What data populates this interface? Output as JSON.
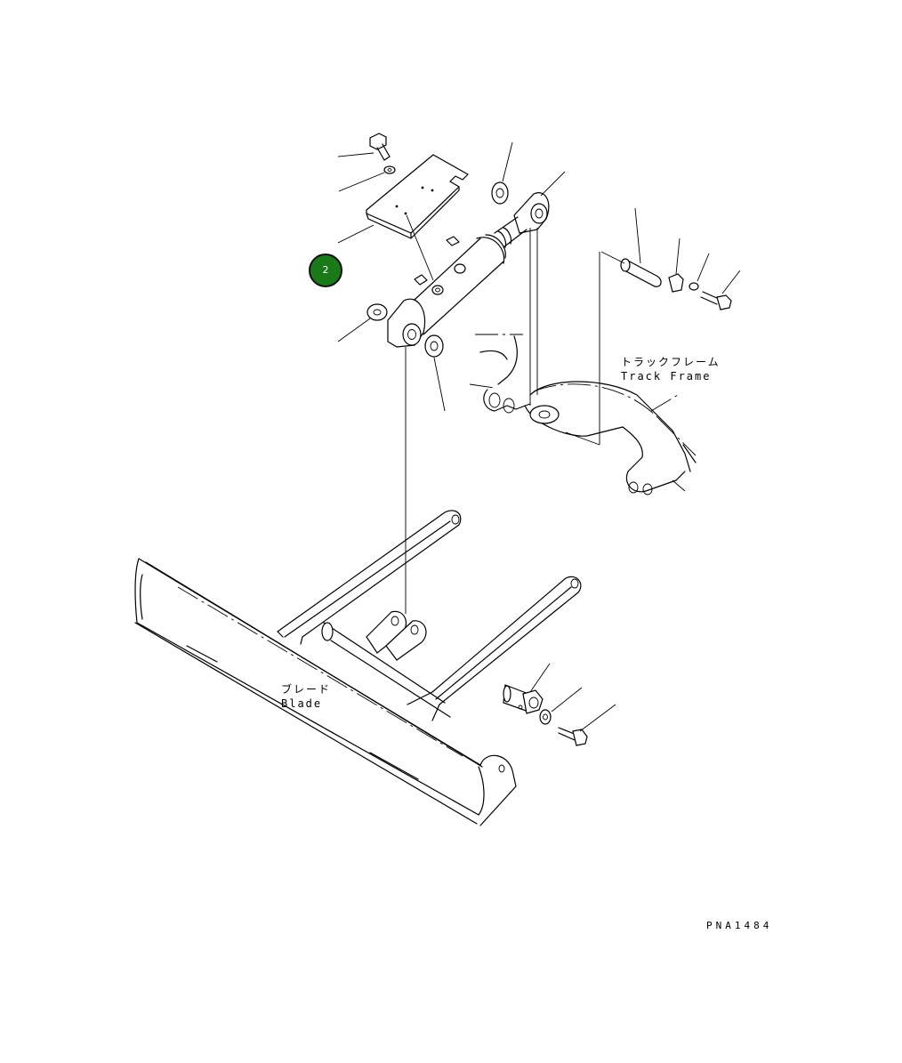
{
  "callout": {
    "number": "2",
    "color": "#1a7a1a"
  },
  "labels": {
    "track_frame_jp": "トラックフレーム",
    "track_frame_en": "Track Frame",
    "blade_jp": "ブレード",
    "blade_en": "Blade",
    "drawing_code": "PNA1484"
  },
  "icons": [
    "bolt-icon",
    "washer-icon",
    "pin-icon"
  ]
}
